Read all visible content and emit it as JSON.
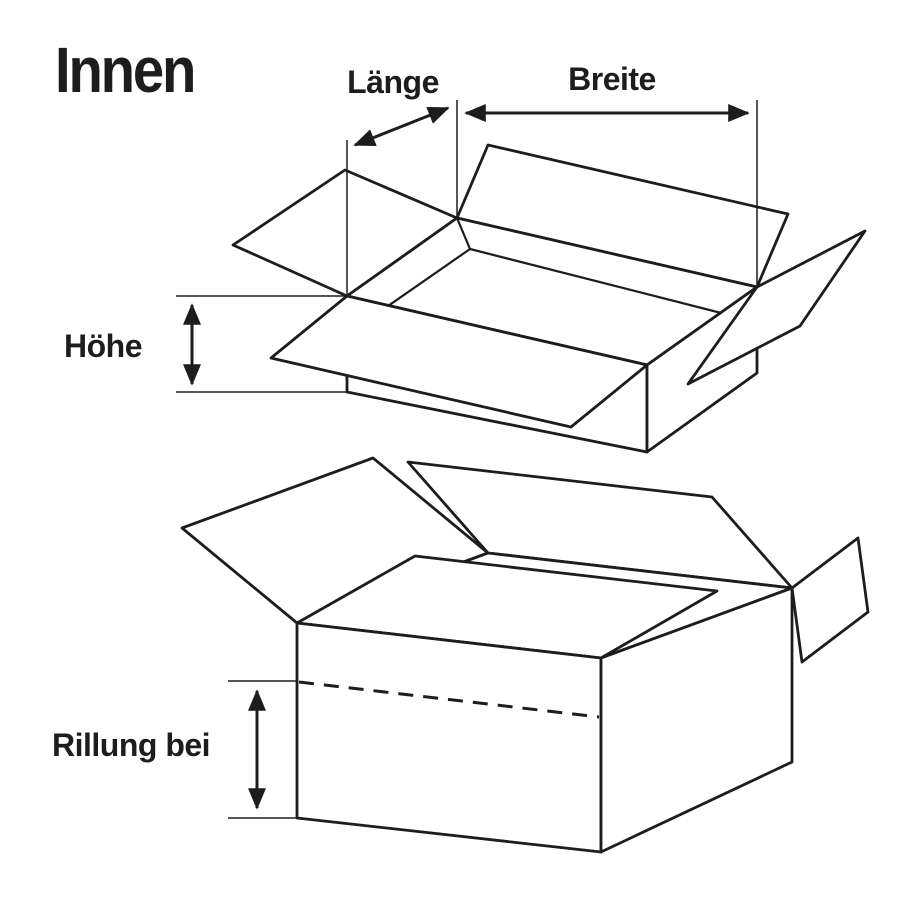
{
  "diagram": {
    "title": "Innen",
    "labels": {
      "length": "Länge",
      "width": "Breite",
      "height": "Höhe",
      "crease": "Rillung bei"
    },
    "colors": {
      "line": "#1d1d1b",
      "background": "#ffffff",
      "text": "#1d1d1b"
    },
    "figures": {
      "top_box": "open carton box, all four flaps folded outward, inner dimensions marked",
      "bottom_box": "open carton box with dashed crease line across front panel"
    }
  }
}
